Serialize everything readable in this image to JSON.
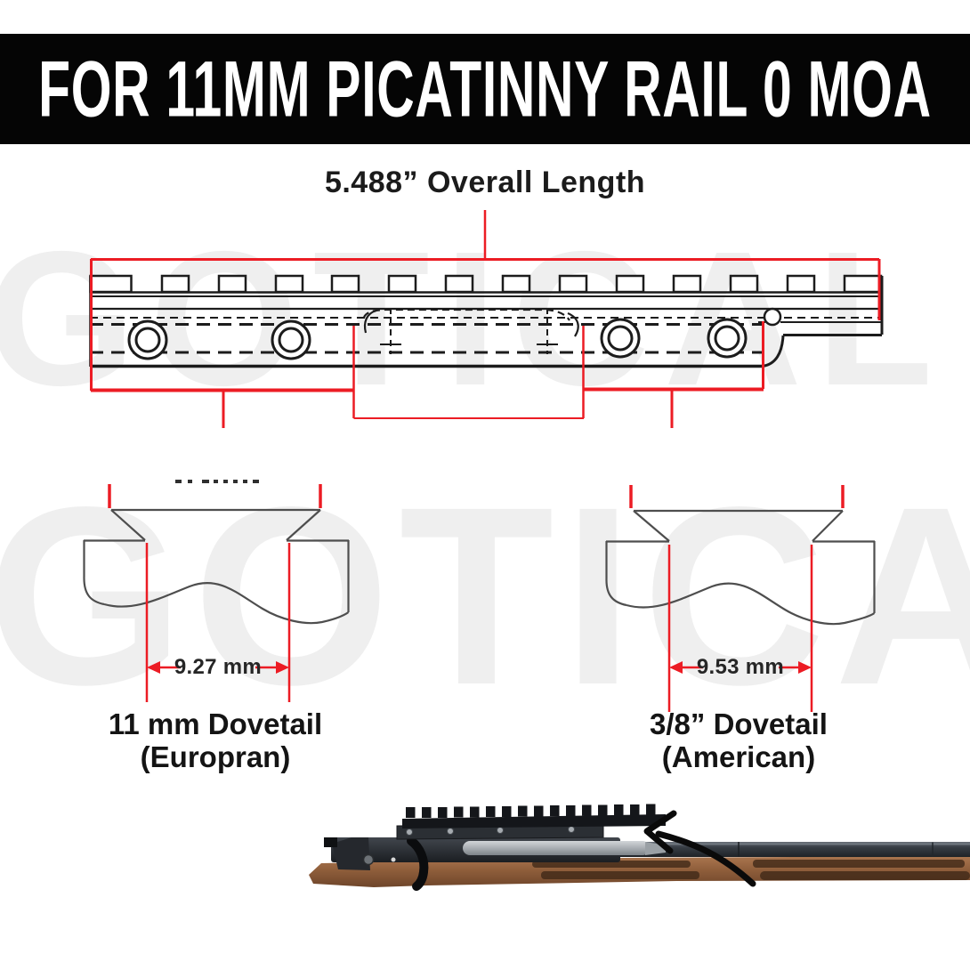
{
  "header": {
    "title": "FOR 11MM PICATINNY RAIL 0 MOA"
  },
  "diagram": {
    "overall_length_label": "5.488” Overall Length",
    "type": "picatinny rail adapter side view with slot teeth, screw holes and hidden lines"
  },
  "dovetails": {
    "left": {
      "width_label": "9.27 mm",
      "title": "11 mm Dovetail",
      "subtitle": "(Europran)"
    },
    "right": {
      "width_label": "9.53 mm",
      "title": "3/8” Dovetail",
      "subtitle": "(American)"
    }
  },
  "watermark": {
    "text": "GOTICAL"
  },
  "photo": {
    "subject": "bolt-action rifle receiver with picatinny adapter mounted",
    "pointer": "curved black arrow toward mounted rail"
  },
  "colors": {
    "accent_red": "#ec1c24",
    "lineart": "#1c1c1c",
    "steel": "#4e4e4e",
    "banner_bg": "#050505",
    "watermark": "#efefef",
    "ink_text": "#1b1b1b"
  }
}
